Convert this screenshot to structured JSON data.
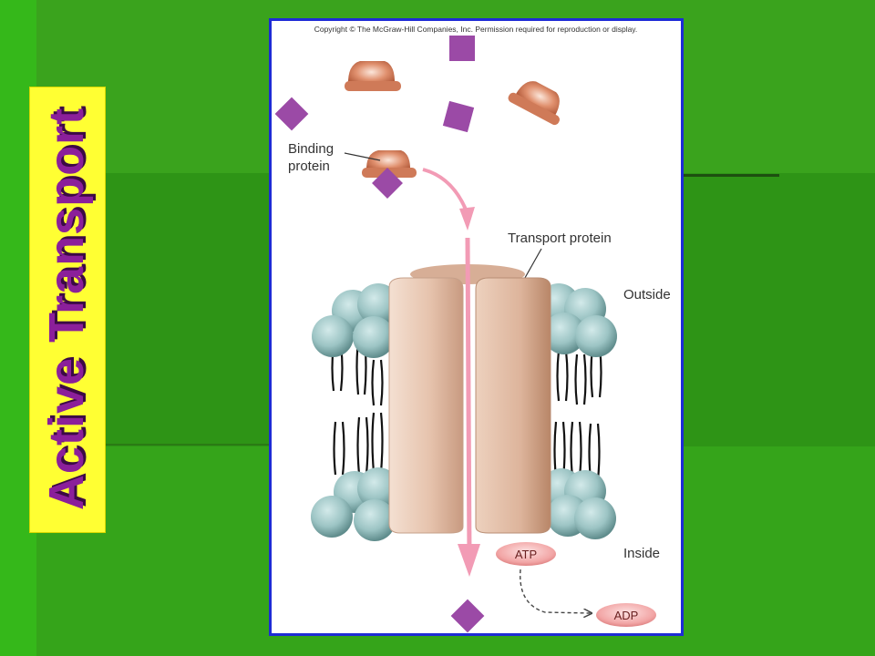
{
  "slide": {
    "title": "Active Transport"
  },
  "figure": {
    "copyright": "Copyright © The McGraw-Hill Companies, Inc. Permission required for reproduction or display.",
    "labels": {
      "binding_protein_line1": "Binding",
      "binding_protein_line2": "protein",
      "transport_protein": "Transport protein",
      "outside": "Outside",
      "inside": "Inside",
      "atp": "ATP",
      "adp": "ADP"
    },
    "colors": {
      "frame_border": "#1e2bd6",
      "title_bg": "#ffff33",
      "title_text": "#8b1f9a",
      "substrate": "#9b4aa6",
      "binding_protein": "#d9805f",
      "transport_protein": "#e4c0aa",
      "phospholipid_head": "#94bcbc",
      "arrow": "#f29bb5"
    }
  }
}
